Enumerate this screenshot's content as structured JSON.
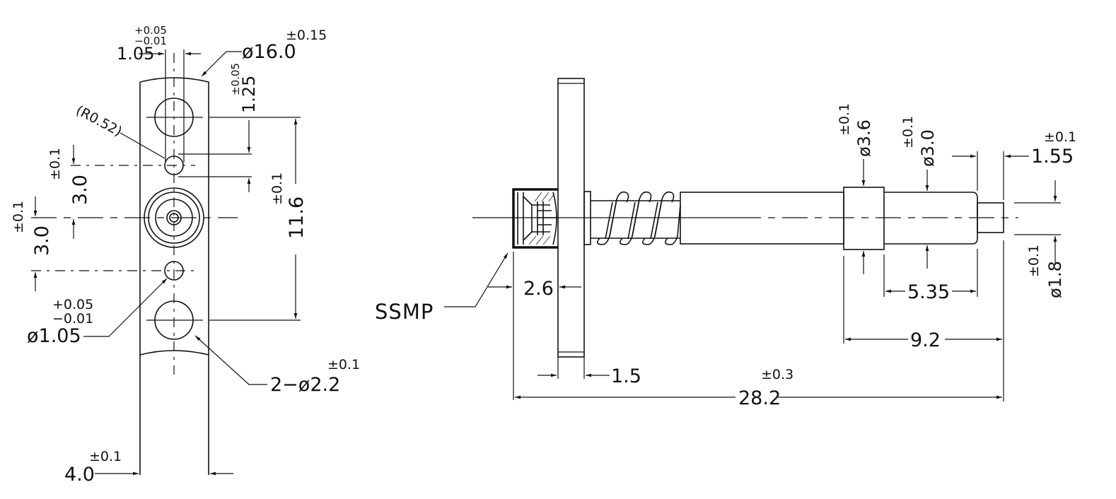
{
  "drawing": {
    "title": "Spring-loaded SSMP pogo connector — technical drawing",
    "line_color": "#111111",
    "background": "#ffffff",
    "views": [
      "front-view-plate",
      "side-view-connector"
    ]
  },
  "front_view": {
    "width_dim": {
      "value": "4.0",
      "tol": "±0.1"
    },
    "slot_dim": {
      "value": "1.05",
      "tol_plus": "+0.05",
      "tol_minus": "−0.01"
    },
    "arc_diameter": {
      "value": "ø16.0",
      "tol": "±0.15"
    },
    "top_gap": {
      "value": "1.25",
      "tol": "±0.05"
    },
    "radius_note": "(R0.52)",
    "upper_pitch": {
      "value": "3.0",
      "tol": "±0.1"
    },
    "lower_pitch": {
      "value": "3.0",
      "tol": "±0.1"
    },
    "hole_span": {
      "value": "11.6",
      "tol": "±0.1"
    },
    "small_hole": {
      "value": "ø1.05",
      "tol_plus": "+0.05",
      "tol_minus": "−0.01"
    },
    "mount_holes": {
      "value": "2−ø2.2",
      "tol": "±0.1"
    }
  },
  "side_view": {
    "connector_label": "SSMP",
    "connector_length": {
      "value": "2.6"
    },
    "flange_thickness": {
      "value": "1.5"
    },
    "overall_length": {
      "value": "28.2",
      "tol": "±0.3"
    },
    "collar_diameter": {
      "value": "ø3.6",
      "tol": "±0.1"
    },
    "barrel_diameter": {
      "value": "ø3.0",
      "tol": "±0.1"
    },
    "tip_length": {
      "value": "1.55",
      "tol": "±0.1"
    },
    "tip_diameter": {
      "value": "ø1.8",
      "tol": "±0.1"
    },
    "barrel_length": {
      "value": "5.35"
    },
    "collar_to_tip": {
      "value": "9.2"
    }
  }
}
